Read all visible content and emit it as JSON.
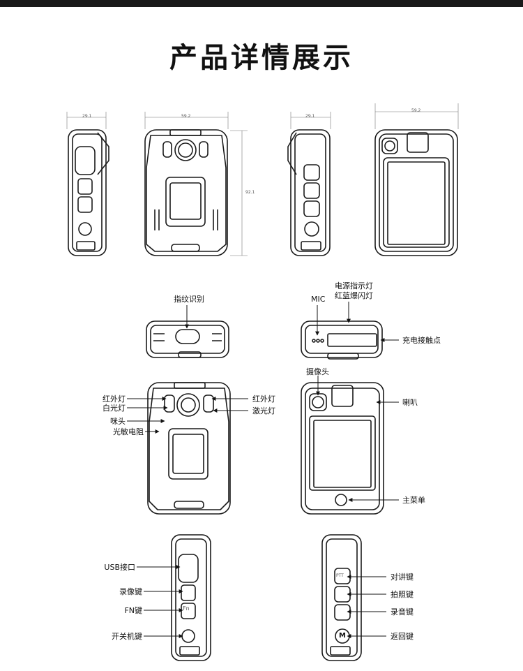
{
  "page": {
    "title": "产品详情展示"
  },
  "dimensions": {
    "side_width": "29.1",
    "front_width": "59.2",
    "front_height": "92.1",
    "back_width": "59.2"
  },
  "top_view": {
    "fingerprint": "指纹识别"
  },
  "bottom_view": {
    "mic": "MIC",
    "power_led": "电源指示灯",
    "flash_led": "红蓝爆闪灯",
    "charge_contacts": "充电接触点"
  },
  "front_view": {
    "ir_left": "红外灯",
    "white_light": "白光灯",
    "microphone": "咪头",
    "photoresistor": "光敏电阻",
    "ir_right": "红外灯",
    "laser": "激光灯"
  },
  "back_view": {
    "camera": "摄像头",
    "speaker": "喇叭",
    "main_menu": "主菜单"
  },
  "left_side": {
    "usb": "USB接口",
    "record_video": "录像键",
    "fn": "FN键",
    "power": "开关机键",
    "fn_icon": "Fn"
  },
  "right_side": {
    "talk": "对讲键",
    "photo": "拍照键",
    "audio": "录音键",
    "return": "返回键",
    "talk_icon": "PTT",
    "return_icon": "M"
  }
}
